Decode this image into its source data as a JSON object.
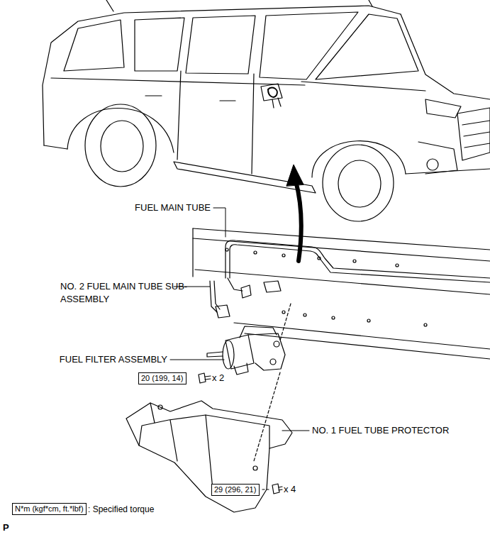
{
  "diagram": {
    "nodes": [
      {
        "text": [
          "20 (199, 14)"
        ]
      },
      {
        "text": [
          "29 (296, 21)"
        ]
      },
      {
        "text": [
          "N*m (kgf*cm, ft.*lbf)"
        ]
      }
    ],
    "edges": [],
    "labels": [
      "FUEL MAIN TUBE",
      "NO. 2 FUEL MAIN TUBE SUB-ASSEMBLY",
      "FUEL FILTER ASSEMBLY",
      "x 2",
      "NO. 1 FUEL TUBE PROTECTOR",
      "x 4",
      ": Specified torque",
      "P"
    ]
  }
}
